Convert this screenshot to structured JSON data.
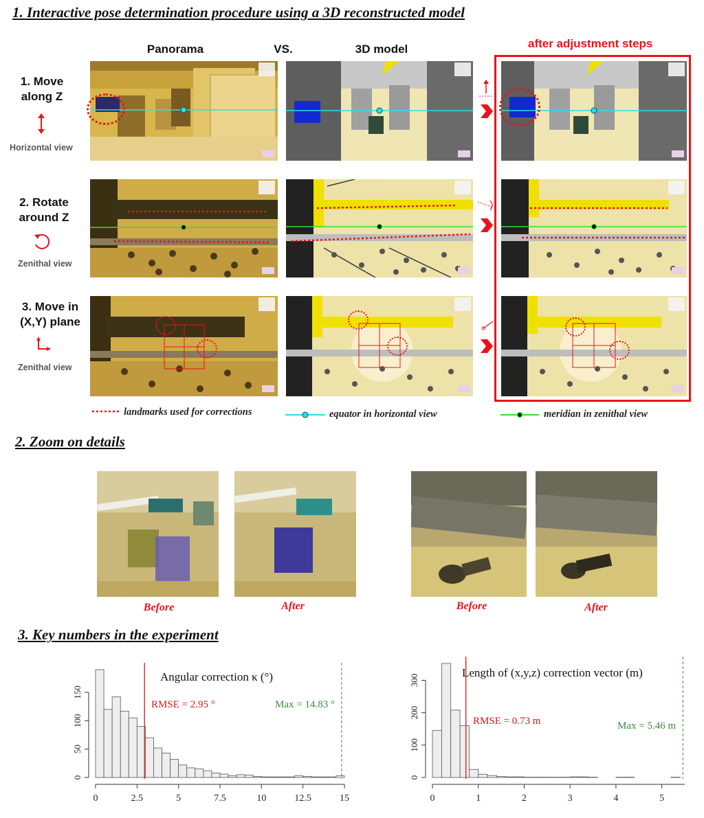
{
  "section1": {
    "title": "1. Interactive pose determination procedure using a 3D reconstructed model",
    "col_panorama": "Panorama",
    "col_vs": "VS.",
    "col_model": "3D model",
    "col_after": "after adjustment steps",
    "steps": [
      {
        "label_l1": "1. Move",
        "label_l2": "along Z",
        "view": "Horizontal view"
      },
      {
        "label_l1": "2. Rotate",
        "label_l2": "around Z",
        "view": "Zenithal view"
      },
      {
        "label_l1": "3. Move in",
        "label_l2": "(X,Y) plane",
        "view": "Zenithal view"
      }
    ],
    "legend": {
      "landmarks": "landmarks used for corrections",
      "equator": "equator in horizontal view",
      "meridian": "meridian in zenithal view"
    },
    "colors": {
      "red": "#e8141c",
      "cyan": "#28e0e8",
      "green": "#33dd33",
      "yellow": "#f0e000",
      "blue": "#1428d0"
    }
  },
  "section2": {
    "title": "2. Zoom on details",
    "captions": [
      "Before",
      "After",
      "Before",
      "After"
    ]
  },
  "section3": {
    "title": "3. Key numbers in the experiment"
  },
  "chart_data": [
    {
      "type": "bar",
      "title": "Angular correction κ (°)",
      "xlabel": "",
      "ylabel": "",
      "bin_width": 0.5,
      "bin_start": 0,
      "values": [
        190,
        120,
        142,
        117,
        105,
        90,
        70,
        52,
        43,
        32,
        22,
        17,
        15,
        12,
        8,
        6,
        3,
        5,
        4,
        2,
        1,
        1,
        1,
        1,
        3,
        2,
        1,
        1,
        1,
        3
      ],
      "xlim": [
        0,
        15
      ],
      "ylim": [
        0,
        190
      ],
      "xticks": [
        "0",
        "2.5",
        "5",
        "7.5",
        "10",
        "12.5",
        "15"
      ],
      "yticks": [
        "0",
        "50",
        "100",
        "150"
      ],
      "rmse_value": 2.95,
      "rmse_label": "RMSE = 2.95 °",
      "max_value": 14.83,
      "max_label": "Max = 14.83 °"
    },
    {
      "type": "bar",
      "title": "Length of (x,y,z) correction vector (m)",
      "xlabel": "",
      "ylabel": "",
      "bin_width": 0.2,
      "bin_start": 0,
      "values": [
        145,
        352,
        208,
        160,
        25,
        10,
        6,
        3,
        2,
        2,
        1,
        1,
        1,
        1,
        1,
        2,
        2,
        1,
        0,
        0,
        1,
        1,
        0,
        0,
        0,
        0,
        1,
        0,
        0,
        0,
        0,
        0
      ],
      "xlim": [
        0,
        5.5
      ],
      "ylim": [
        0,
        352
      ],
      "xticks": [
        "0",
        "1",
        "2",
        "3",
        "4",
        "5"
      ],
      "yticks": [
        "0",
        "100",
        "200",
        "300"
      ],
      "rmse_value": 0.73,
      "rmse_label": "RMSE = 0.73 m",
      "max_value": 5.46,
      "max_label": "Max = 5.46 m"
    }
  ]
}
